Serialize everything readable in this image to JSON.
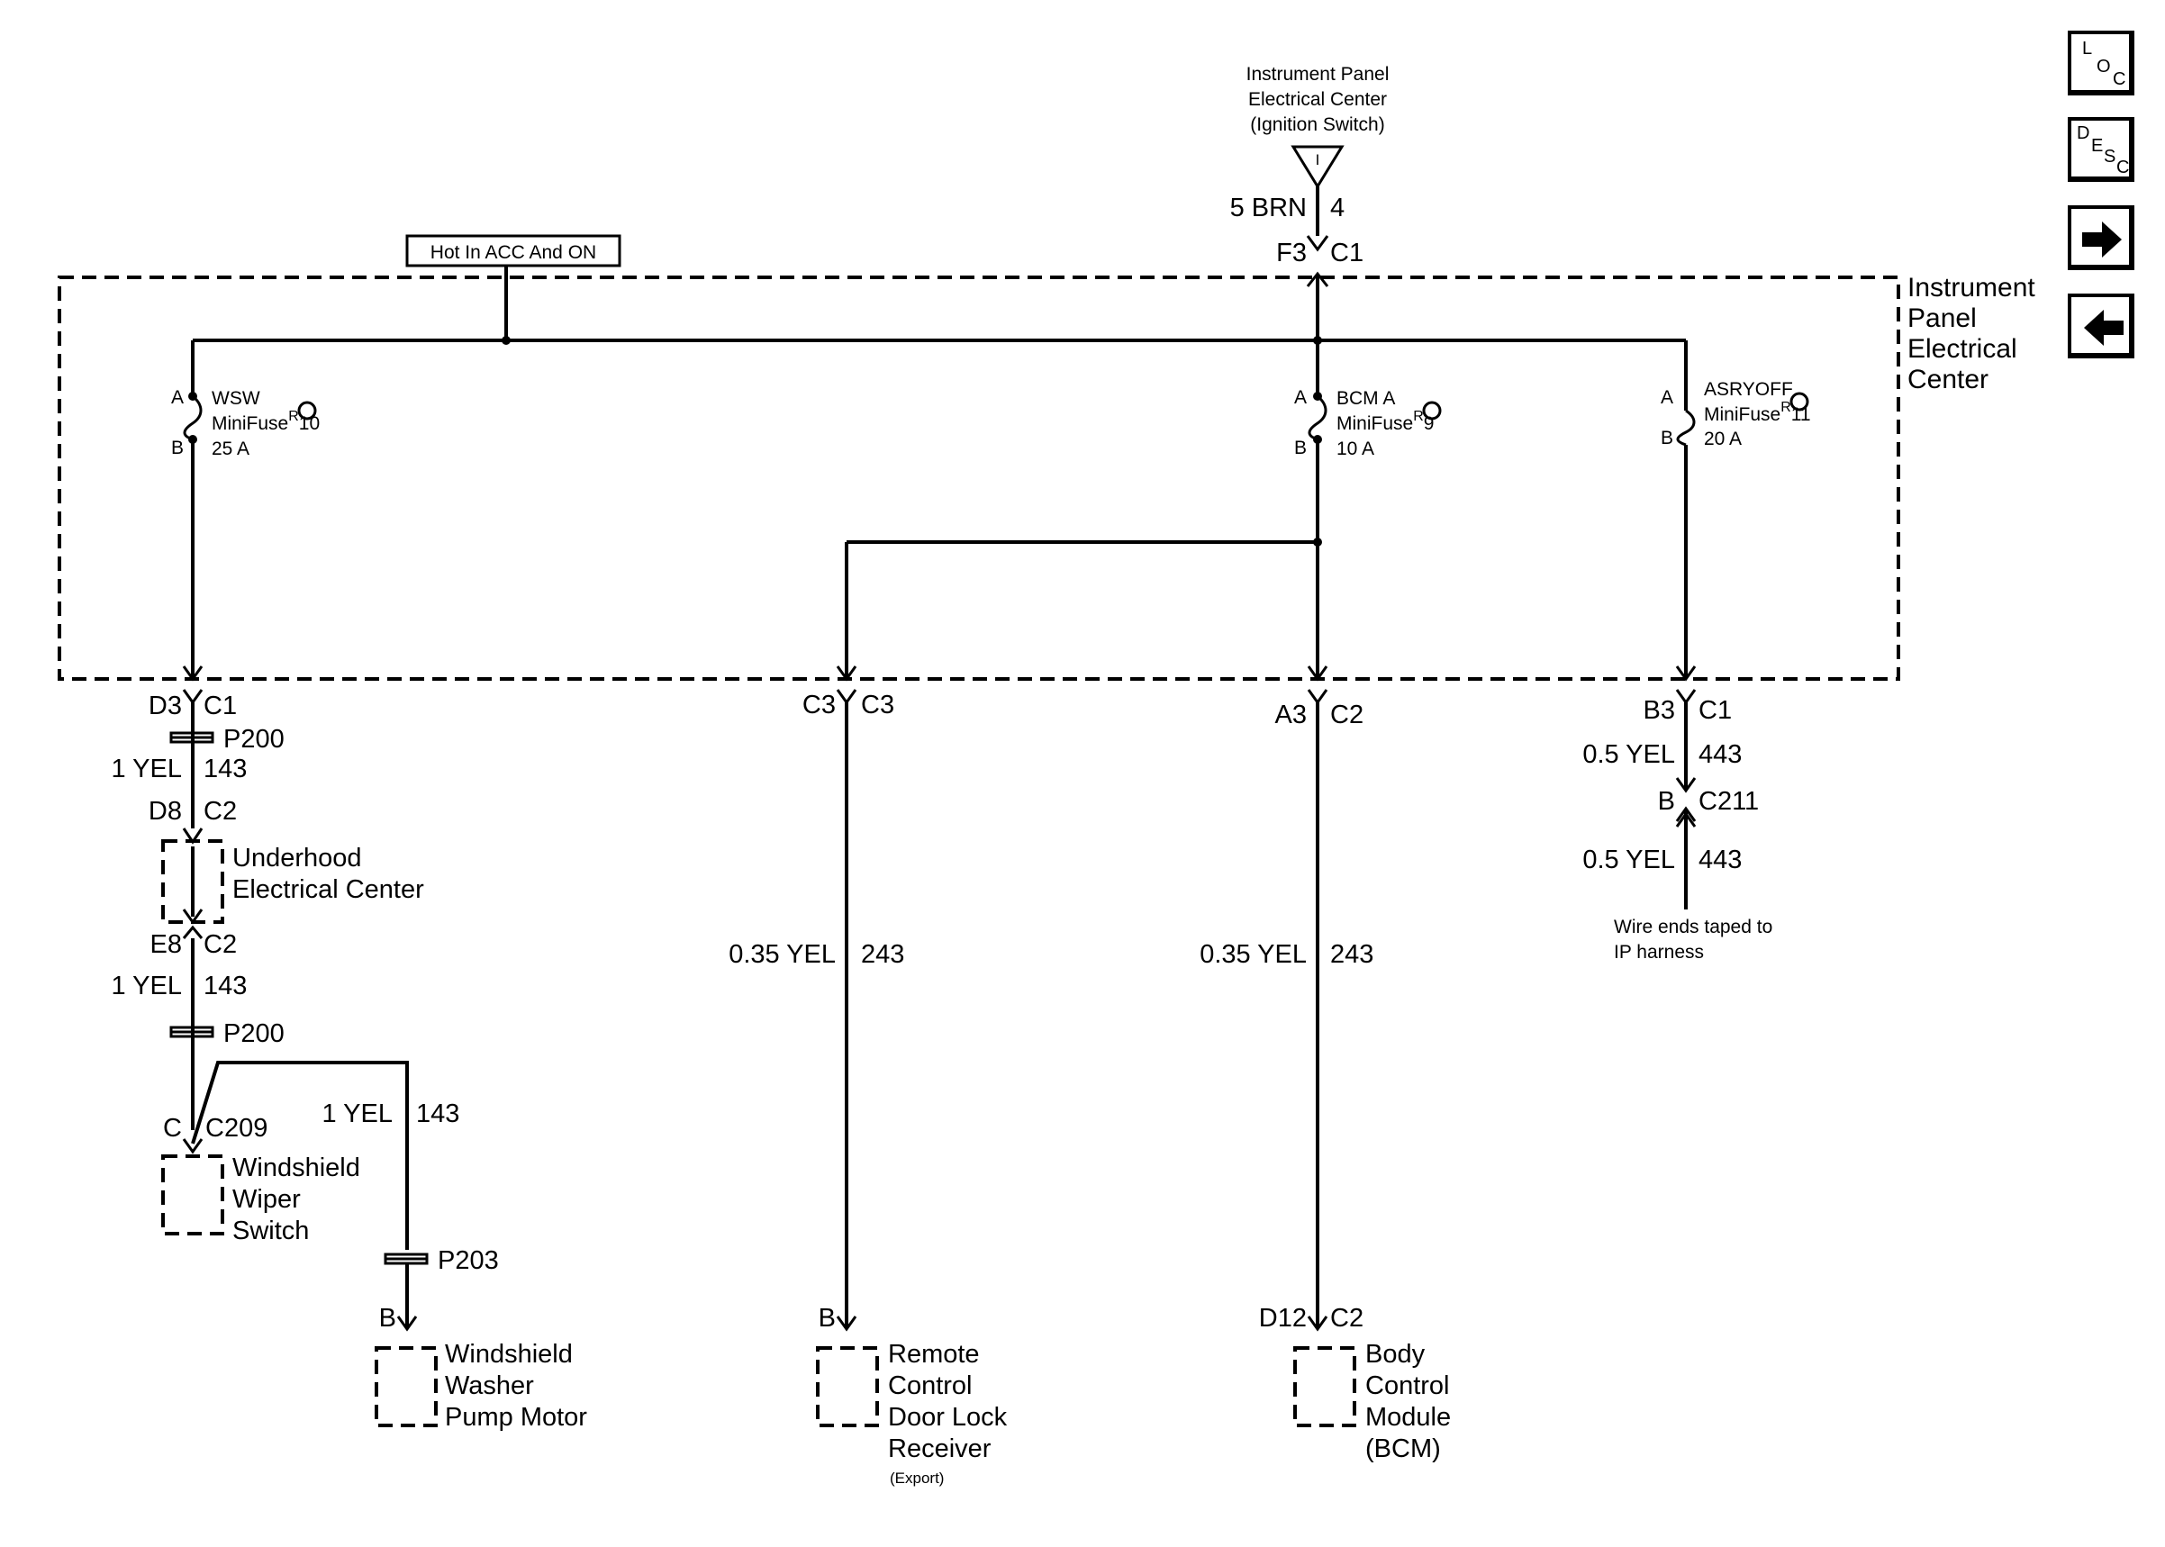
{
  "source": {
    "label_lines": [
      "Instrument Panel",
      "Electrical Center",
      "(Ignition Switch)"
    ],
    "terminal": "I",
    "wire_left": "5 BRN",
    "wire_right": "4",
    "connector_pin": "F3",
    "connector_name": "C1"
  },
  "hot_label": "Hot In ACC And ON",
  "ipec_label_lines": [
    "Instrument",
    "Panel",
    "Electrical",
    "Center"
  ],
  "fuses": [
    {
      "name": "WSW",
      "type": "MiniFuse",
      "number": "10",
      "rating": "25 A",
      "pin_a": "A",
      "pin_b": "B"
    },
    {
      "name": "BCM A",
      "type": "MiniFuse",
      "number": "9",
      "rating": "10 A",
      "pin_a": "A",
      "pin_b": "B"
    },
    {
      "name": "ASRYOFF",
      "type": "MiniFuse",
      "number": "11",
      "rating": "20 A",
      "pin_a": "A",
      "pin_b": "B"
    }
  ],
  "registered_mark": "R",
  "branch_wsw": {
    "out_pin": "D3",
    "out_conn": "C1",
    "splice1": "P200",
    "wire1_left": "1 YEL",
    "wire1_right": "143",
    "uec_in_pin": "D8",
    "uec_in_conn": "C2",
    "uec_label_lines": [
      "Underhood",
      "Electrical Center"
    ],
    "uec_out_pin": "E8",
    "uec_out_conn": "C2",
    "wire2_left": "1 YEL",
    "wire2_right": "143",
    "splice2": "P200",
    "switch_pin": "C",
    "switch_conn": "C209",
    "switch_label_lines": [
      "Windshield",
      "Wiper",
      "Switch"
    ],
    "wire3_left": "1 YEL",
    "wire3_right": "143",
    "splice3": "P203",
    "pump_pin": "B",
    "pump_label_lines": [
      "Windshield",
      "Washer",
      "Pump Motor"
    ]
  },
  "branch_rcdlr": {
    "out_pin": "C3",
    "out_conn": "C3",
    "wire_left": "0.35 YEL",
    "wire_right": "243",
    "pin": "B",
    "label_lines": [
      "Remote",
      "Control",
      "Door Lock",
      "Receiver"
    ],
    "sub_label": "(Export)"
  },
  "branch_bcm": {
    "out_pin": "A3",
    "out_conn": "C2",
    "wire_left": "0.35 YEL",
    "wire_right": "243",
    "pin": "D12",
    "conn": "C2",
    "label_lines": [
      "Body",
      "Control",
      "Module",
      "(BCM)"
    ]
  },
  "branch_asry": {
    "out_pin": "B3",
    "out_conn": "C1",
    "wire1_left": "0.5 YEL",
    "wire1_right": "443",
    "inline_pin": "B",
    "inline_conn": "C211",
    "wire2_left": "0.5 YEL",
    "wire2_right": "443",
    "note_lines": [
      "Wire ends taped to",
      "IP harness"
    ]
  },
  "nav": {
    "loc": {
      "l": "L",
      "o": "O",
      "c": "C"
    },
    "desc": {
      "d": "D",
      "e": "E",
      "s": "S",
      "c": "C"
    },
    "forward_icon": "arrow-right-icon",
    "back_icon": "arrow-left-icon"
  }
}
